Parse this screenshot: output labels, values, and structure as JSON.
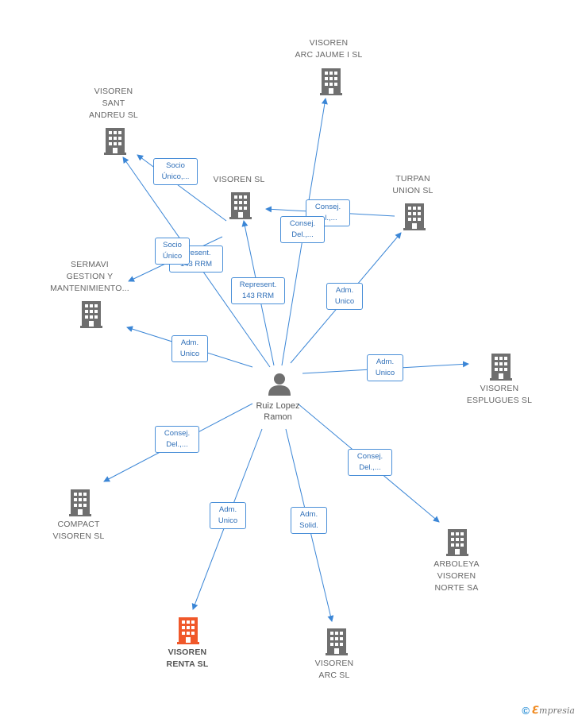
{
  "center": {
    "label": "Ruiz Lopez\nRamon"
  },
  "nodes": [
    {
      "id": "arc-jaume",
      "label": "VISOREN\nARC JAUME I SL",
      "highlight": false
    },
    {
      "id": "sant-andreu",
      "label": "VISOREN\nSANT\nANDREU SL",
      "highlight": false
    },
    {
      "id": "visoren-sl",
      "label": "VISOREN SL",
      "highlight": false
    },
    {
      "id": "turpan",
      "label": "TURPAN\nUNION SL",
      "highlight": false
    },
    {
      "id": "sermavi",
      "label": "SERMAVI\nGESTION Y\nMANTENIMIENTO...",
      "highlight": false
    },
    {
      "id": "esplugues",
      "label": "VISOREN\nESPLUGUES SL",
      "highlight": false
    },
    {
      "id": "compact",
      "label": "COMPACT\nVISOREN SL",
      "highlight": false
    },
    {
      "id": "arboleya",
      "label": "ARBOLEYA\nVISOREN\nNORTE SA",
      "highlight": false
    },
    {
      "id": "renta",
      "label": "VISOREN\nRENTA SL",
      "highlight": true
    },
    {
      "id": "arc",
      "label": "VISOREN\nARC SL",
      "highlight": false
    }
  ],
  "edge_labels": [
    {
      "id": "e-socio-1",
      "text": "Socio\nÚnico,..."
    },
    {
      "id": "e-consej-turpan",
      "text": "Consej.\n...l.,..."
    },
    {
      "id": "e-consej-arcjaume",
      "text": "Consej.\nDel.,..."
    },
    {
      "id": "e-represent-1",
      "text": "...resent.\n143 RRM"
    },
    {
      "id": "e-socio-2",
      "text": "Socio\nÚnico"
    },
    {
      "id": "e-represent-2",
      "text": "Represent.\n143 RRM"
    },
    {
      "id": "e-adm-turpan",
      "text": "Adm.\nUnico"
    },
    {
      "id": "e-adm-sermavi",
      "text": "Adm.\nUnico"
    },
    {
      "id": "e-adm-esplugues",
      "text": "Adm.\nUnico"
    },
    {
      "id": "e-consej-compact",
      "text": "Consej.\nDel.,..."
    },
    {
      "id": "e-consej-arboleya",
      "text": "Consej.\nDel.,..."
    },
    {
      "id": "e-adm-renta",
      "text": "Adm.\nUnico"
    },
    {
      "id": "e-adm-arc",
      "text": "Adm.\nSolid."
    }
  ],
  "colors": {
    "edge": "#3b86d6",
    "building": "#6f6f6f",
    "building_highlight": "#f0582a",
    "person": "#6f6f6f"
  },
  "brand": {
    "copyright": "©",
    "initial": "ℇ",
    "name": "mpresia"
  }
}
